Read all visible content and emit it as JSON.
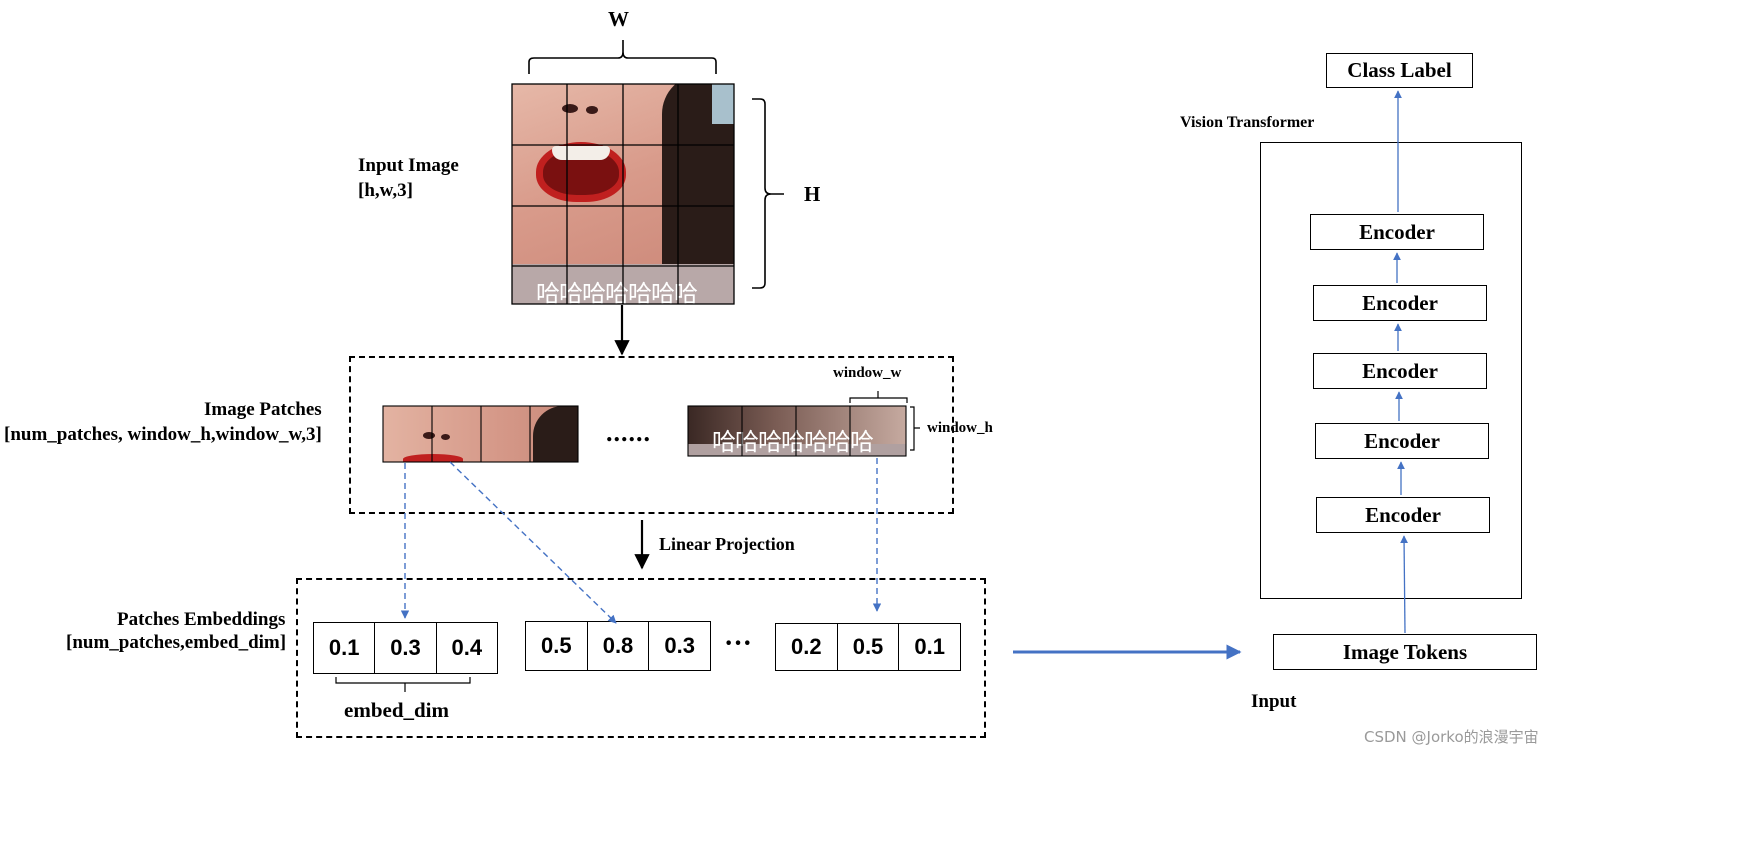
{
  "labels": {
    "w": "W",
    "h": "H",
    "input_image": "Input Image",
    "input_image_shape": "[h,w,3]",
    "image_patches": "Image Patches",
    "image_patches_shape": "[num_patches, window_h,window_w,3]",
    "window_w": "window_w",
    "window_h": "window_h",
    "linear_projection": "Linear Projection",
    "patches_embeddings": "Patches Embeddings",
    "patches_embeddings_shape": "[num_patches,embed_dim]",
    "embed_dim": "embed_dim",
    "ellipsis_patches": "......",
    "ellipsis_embeddings": "···",
    "image_overlay_text": "哈哈哈哈哈哈哈",
    "patch_overlay_text": "哈哈哈哈哈哈哈",
    "class_label": "Class Label",
    "vision_transformer": "Vision Transformer",
    "image_tokens": "Image Tokens",
    "input": "Input",
    "watermark": "CSDN @Jorko的浪漫宇宙"
  },
  "encoders": [
    "Encoder",
    "Encoder",
    "Encoder",
    "Encoder",
    "Encoder"
  ],
  "embeddings": [
    [
      "0.1",
      "0.3",
      "0.4"
    ],
    [
      "0.5",
      "0.8",
      "0.3"
    ],
    [
      "0.2",
      "0.5",
      "0.1"
    ]
  ],
  "colors": {
    "arrow_blue": "#4472c4",
    "dashed_blue": "#4472c4",
    "line": "#000000",
    "skin": "#d9a495",
    "hair": "#2a1c18",
    "lips": "#c0201f"
  }
}
